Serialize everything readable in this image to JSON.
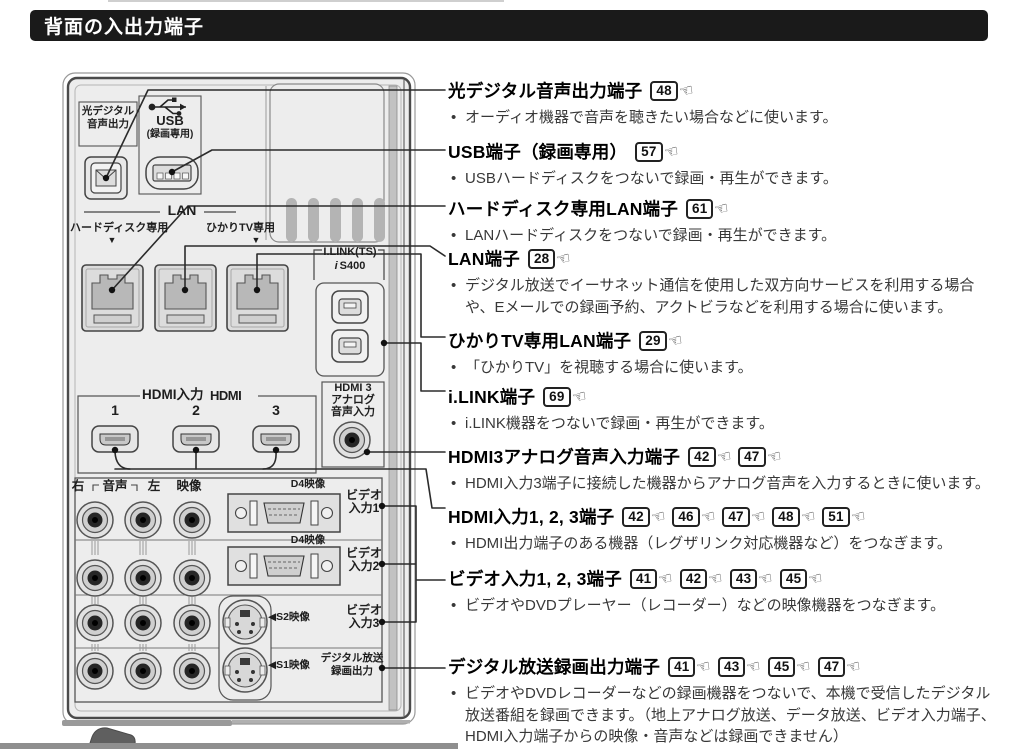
{
  "header": {
    "title": "背面の入出力端子"
  },
  "icons": {
    "page_ref_hand": "☞",
    "down_arrow": "▼",
    "usb_symbol": "usb-trident"
  },
  "colors": {
    "header_bg": "#1a1a1a",
    "header_text": "#ffffff",
    "panel_fill": "#ededed",
    "leader_line": "#2b2b2b",
    "connector_gray": "#b8b8b8",
    "shadow_gray": "#9a9a9a"
  },
  "diagram": {
    "labels": {
      "optical1": "光デジタル",
      "optical2": "音声出力",
      "usb": "USB",
      "usb_note": "(録画専用)",
      "lan": "LAN",
      "hdd_lan": "ハードディスク専用",
      "hikari_lan": "ひかりTV専用",
      "down_arrow": "▼",
      "ilink_ts": "I.LINK(TS)",
      "ilink_i": "i",
      "ilink_speed": "S400",
      "hdmi_input": "HDMI入力",
      "hdmi_logo": "HDMI",
      "hdmi_port_1": "1",
      "hdmi_port_2": "2",
      "hdmi_port_3": "3",
      "hdmi3_1": "HDMI 3",
      "hdmi3_2": "アナログ",
      "hdmi3_3": "音声入力",
      "audio_right": "右",
      "audio": "音声",
      "audio_left": "左",
      "video": "映像",
      "d4": "D4映像",
      "video_a": "ビデオ",
      "video_1b": "入力1",
      "video_2b": "入力2",
      "video_3b": "入力3",
      "s2": "◀S2映像",
      "s1": "◀S1映像",
      "digital_rec_1": "デジタル放送",
      "digital_rec_2": "録画出力"
    }
  },
  "sections": [
    {
      "title": "光デジタル音声出力端子",
      "refs": [
        "48"
      ],
      "bullets": [
        "オーディオ機器で音声を聴きたい場合などに使います。"
      ]
    },
    {
      "title": "USB端子（録画専用）",
      "refs": [
        "57"
      ],
      "bullets": [
        "USBハードディスクをつないで録画・再生ができます。"
      ]
    },
    {
      "title": "ハードディスク専用LAN端子",
      "refs": [
        "61"
      ],
      "bullets": [
        "LANハードディスクをつないで録画・再生ができます。"
      ]
    },
    {
      "title": "LAN端子",
      "refs": [
        "28"
      ],
      "bullets": [
        "デジタル放送でイーサネット通信を使用した双方向サービスを利用する場合や、Eメールでの録画予約、アクトビラなどを利用する場合に使います。"
      ]
    },
    {
      "title": "ひかりTV専用LAN端子",
      "refs": [
        "29"
      ],
      "bullets": [
        "「ひかりTV」を視聴する場合に使います。"
      ]
    },
    {
      "title": "i.LINK端子",
      "refs": [
        "69"
      ],
      "bullets": [
        "i.LINK機器をつないで録画・再生ができます。"
      ]
    },
    {
      "title": "HDMI3アナログ音声入力端子",
      "refs": [
        "42",
        "47"
      ],
      "bullets": [
        "HDMI入力3端子に接続した機器からアナログ音声を入力するときに使います。"
      ]
    },
    {
      "title": "HDMI入力1, 2, 3端子",
      "refs": [
        "42",
        "46",
        "47",
        "48",
        "51"
      ],
      "bullets": [
        "HDMI出力端子のある機器（レグザリンク対応機器など）をつなぎます。"
      ]
    },
    {
      "title": "ビデオ入力1, 2, 3端子",
      "refs": [
        "41",
        "42",
        "43",
        "45"
      ],
      "bullets": [
        "ビデオやDVDプレーヤー（レコーダー）などの映像機器をつなぎます。"
      ]
    },
    {
      "title": "デジタル放送録画出力端子",
      "refs": [
        "41",
        "43",
        "45",
        "47"
      ],
      "bullets": [
        "ビデオやDVDレコーダーなどの録画機器をつないで、本機で受信したデジタル放送番組を録画できます。（地上アナログ放送、データ放送、ビデオ入力端子、HDMI入力端子からの映像・音声などは録画できません）"
      ]
    }
  ]
}
